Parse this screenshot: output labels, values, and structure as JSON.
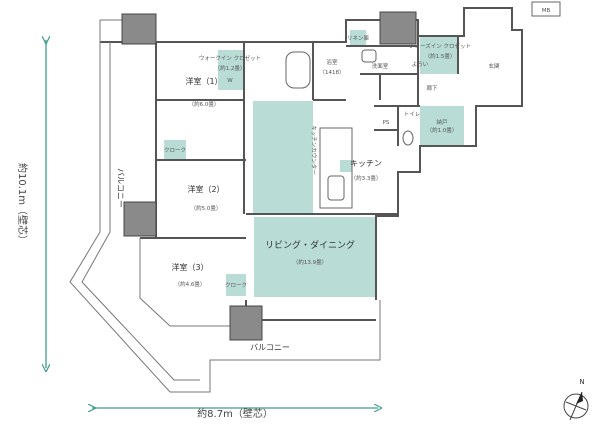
{
  "rooms": {
    "western1": {
      "name": "洋室（1）",
      "size": "（約6.0畳）"
    },
    "western2": {
      "name": "洋室（2）",
      "size": "（約5.0畳）"
    },
    "western3": {
      "name": "洋室（3）",
      "size": "（約4.6畳）"
    },
    "ldk": {
      "name": "リビング・ダイニング",
      "size": "（約13.9畳）"
    },
    "kitchen": {
      "name": "キッチン",
      "size": "（約3.3畳）"
    },
    "bath": {
      "name": "浴室",
      "size": "（1418）"
    },
    "washroom": {
      "name": "洗面室"
    },
    "toilet": {
      "name": "トイレ"
    },
    "hallway": {
      "name": "廊下"
    },
    "entrance": {
      "name": "玄関"
    },
    "walkin": {
      "name": "ウォークイン\nクロゼット",
      "size": "（約1.2畳）"
    },
    "shoe_closet": {
      "name": "シューズイン\nクロゼット",
      "size": "（約1.5畳）"
    },
    "storage": {
      "name": "納戸",
      "size": "（約1.0畳）"
    }
  },
  "labels": {
    "closet1": "クローク",
    "closet3": "クローク",
    "linen": "リネン庫",
    "balcony_west": "バルコニー",
    "balcony_south": "バルコニー",
    "mb": "MB",
    "ps": "PS",
    "w": "W",
    "yoroi": "よろい",
    "counter": "キッチンカウンター"
  },
  "dimensions": {
    "height_label": "約10.1m（壁芯）",
    "width_label": "約8.7m（壁芯）"
  },
  "compass": {
    "north": "N"
  },
  "colors": {
    "wall": "#555555",
    "teal_fill": "#b9ddd6",
    "teal_dark": "#9ccfc4",
    "pillar": "#8a8a8a",
    "arrow": "#3d9e8c"
  }
}
